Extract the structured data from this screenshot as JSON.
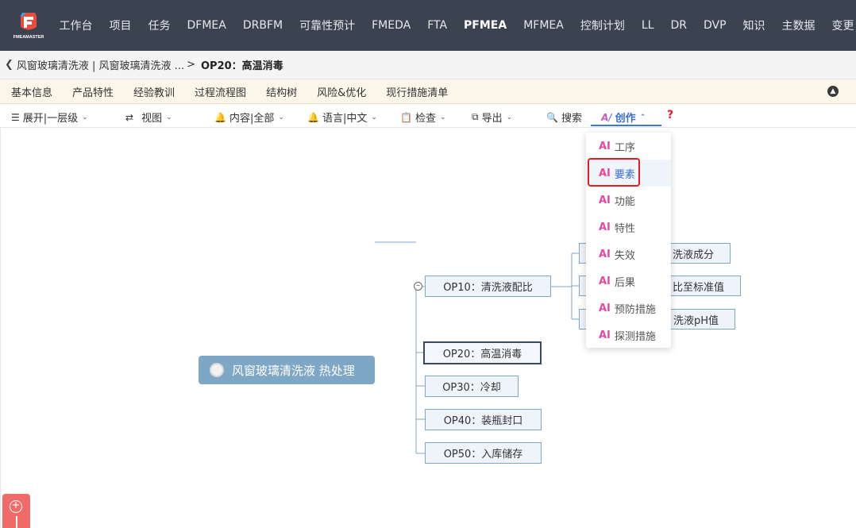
{
  "nav": {
    "logo_text": "FMEAMASTER",
    "items": [
      "工作台",
      "项目",
      "任务",
      "DFMEA",
      "DRBFM",
      "可靠性预计",
      "FMEDA",
      "FTA",
      "PFMEA",
      "MFMEA",
      "控制计划",
      "LL",
      "DR",
      "DVP",
      "知识",
      "主数据",
      "变更"
    ],
    "active": "PFMEA"
  },
  "breadcrumb": {
    "path": "风窗玻璃清洗液 | 风窗玻璃清洗液 ...",
    "separator": ">",
    "current": "OP20：高温消毒"
  },
  "subtabs": [
    "基本信息",
    "产品特性",
    "经验教训",
    "过程流程图",
    "结构树",
    "风险&优化",
    "现行措施清单"
  ],
  "toolbar": {
    "expand": "展开|一层级",
    "view": "视图",
    "content": "内容|全部",
    "language": "语言|中文",
    "check": "检查",
    "export": "导出",
    "search": "搜索",
    "create": "创作",
    "help": "?"
  },
  "ai_menu": {
    "tag": "AI",
    "items": [
      "工序",
      "要素",
      "功能",
      "特性",
      "失效",
      "后果",
      "预防措施",
      "探测措施"
    ],
    "highlighted": "要素"
  },
  "mindmap": {
    "root": "风窗玻璃清洗液 热处理",
    "ops": [
      "OP10：清洗液配比",
      "OP20：高温消毒",
      "OP30：冷却",
      "OP40：装瓶封口",
      "OP50：入库储存"
    ],
    "selected": "OP20：高温消毒",
    "op10_children_visible": [
      "洗液成分",
      "比至标准值",
      "洗液pH值"
    ]
  },
  "colors": {
    "nav_bg": "#3b4250",
    "root_node": "#7ea7c6",
    "accent": "#3a7bd5",
    "highlight_box": "#e41e1e"
  }
}
